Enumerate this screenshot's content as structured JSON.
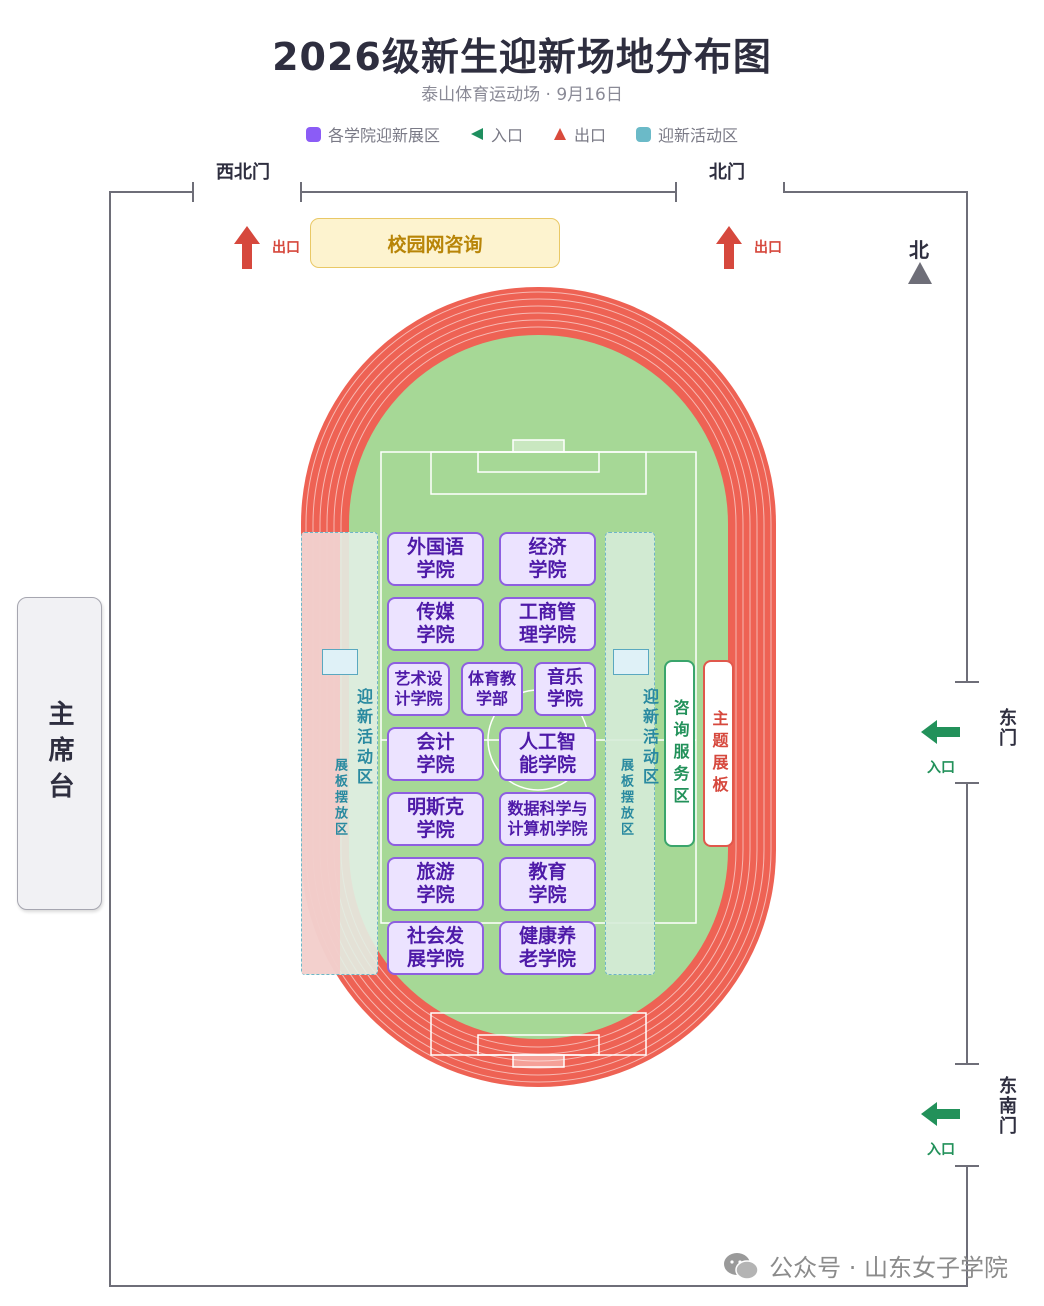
{
  "header": {
    "title": "2026级新生迎新场地分布图",
    "subtitle": "泰山体育运动场 · 9月16日"
  },
  "legend": [
    {
      "label": "各学院迎新展区",
      "color": "#8b5cf6",
      "shape": "square"
    },
    {
      "label": "入口",
      "color": "#1f8f5f",
      "shape": "left-triangle"
    },
    {
      "label": "出口",
      "color": "#d94a3c",
      "shape": "up-triangle"
    },
    {
      "label": "迎新活动区",
      "color": "#6bbac8",
      "shape": "square"
    }
  ],
  "gates": {
    "northwest": "西北门",
    "north": "北门",
    "east": "东门",
    "southeast": "东南门"
  },
  "markers": {
    "exit_label": "出口",
    "entry_label": "入口",
    "compass": "北"
  },
  "facilities": {
    "campus_consult": "校园网咨询",
    "main_stand": "主席台",
    "service_area": "咨询服务区",
    "theme_board": "主题展板",
    "activity_zone_main": "迎新活动区",
    "activity_zone_sub": "展板摆放区"
  },
  "colleges": [
    {
      "name": "外国语\n学院"
    },
    {
      "name": "经济\n学院"
    },
    {
      "name": "传媒\n学院"
    },
    {
      "name": "工商管\n理学院"
    },
    {
      "name": "艺术设\n计学院"
    },
    {
      "name": "体育教\n学部"
    },
    {
      "name": "音乐\n学院"
    },
    {
      "name": "会计\n学院"
    },
    {
      "name": "人工智\n能学院"
    },
    {
      "name": "明斯克\n学院"
    },
    {
      "name": "数据科学与\n计算机学院"
    },
    {
      "name": "旅游\n学院"
    },
    {
      "name": "教育\n学院"
    },
    {
      "name": "社会发\n展学院"
    },
    {
      "name": "健康养\n老学院"
    }
  ],
  "watermark": "公众号 · 山东女子学院",
  "colors": {
    "track": "#ee6254",
    "field": "#a6d896",
    "college_border": "#8e5fe0",
    "college_fill": "#ece3ff",
    "exit": "#d6483d",
    "entry": "#22915a"
  }
}
